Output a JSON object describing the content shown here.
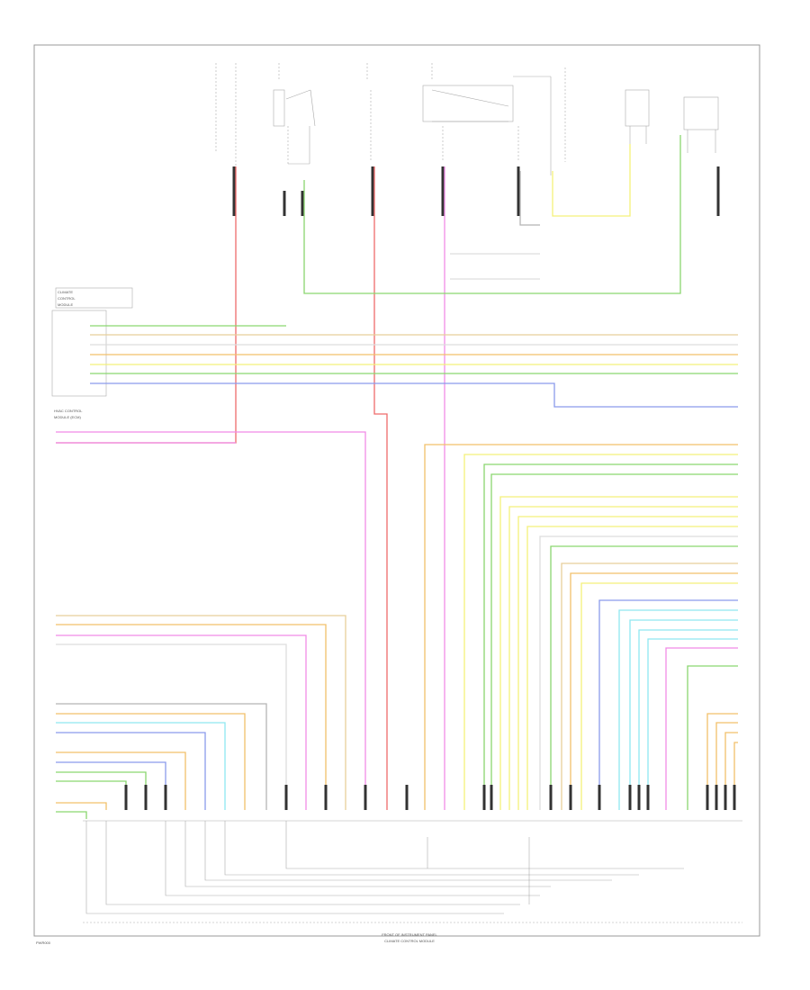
{
  "footer": {
    "module_name_1": "FRONT OF INSTRUMENT PANEL",
    "module_name_2": "CLIMATE CONTROL MODULE",
    "page_code": "PWR000"
  },
  "left_connector": {
    "title_1": "CLIMATE",
    "title_2": "CONTROL",
    "title_3": "MODULE",
    "caption_1": "HVAC CONTROL",
    "caption_2": "MODULE (ECM)"
  },
  "wire_colors": {
    "red": "#ef6b6b",
    "pink": "#f08be6",
    "yellow": "#f4f07a",
    "green": "#8ad66f",
    "orange": "#f2c06a",
    "tan": "#e8cf9a",
    "light_blue": "#8fe8f0",
    "blue": "#8a9bec",
    "gray": "#b5b5b5",
    "dark": "#555555"
  }
}
